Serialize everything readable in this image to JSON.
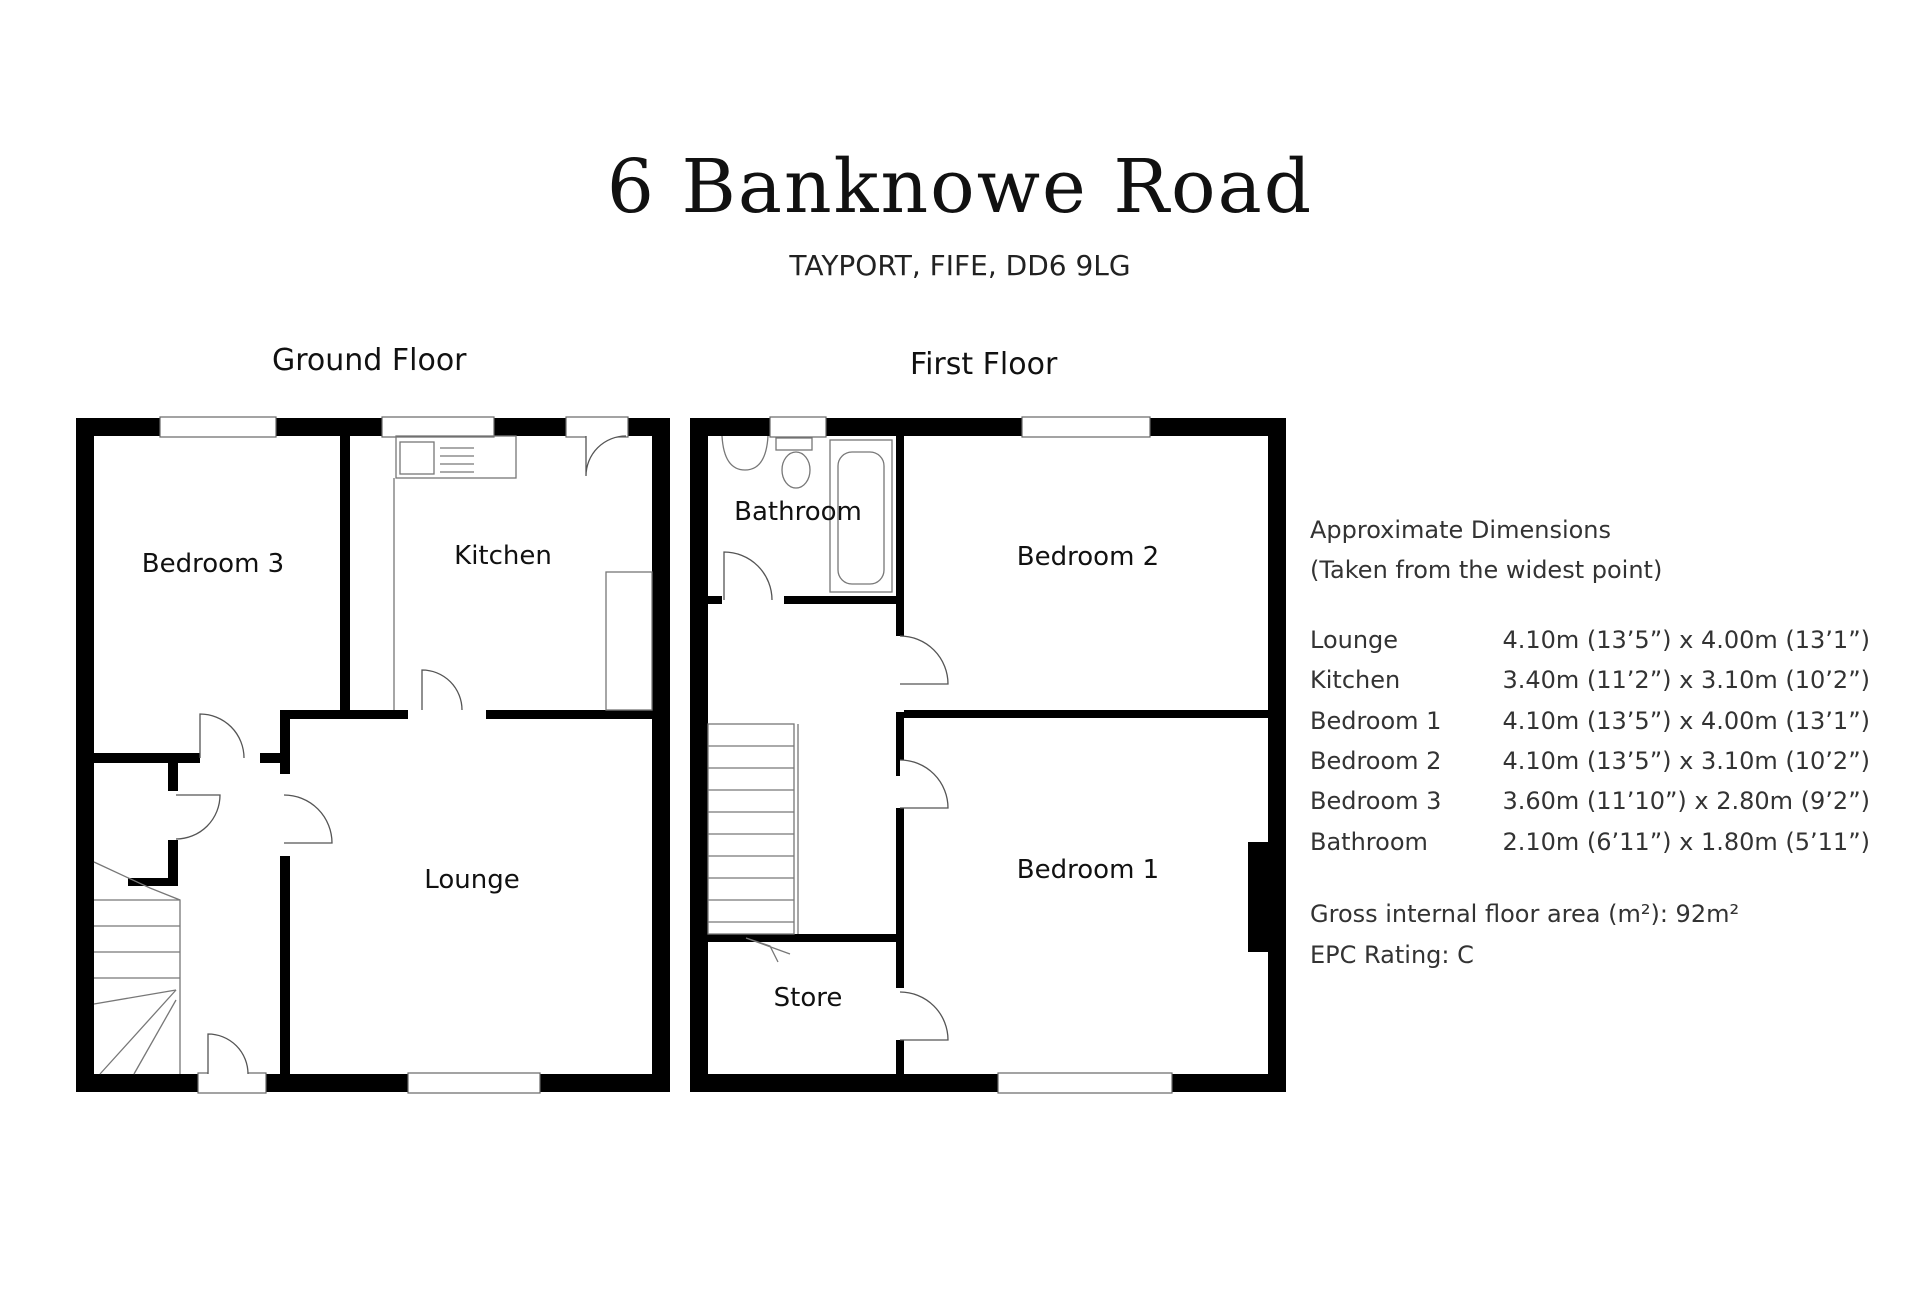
{
  "header": {
    "title": "6 Banknowe Road",
    "address": "TAYPORT, FIFE, DD6 9LG"
  },
  "floors": {
    "ground": {
      "label": "Ground Floor",
      "rooms": {
        "bedroom3": "Bedroom 3",
        "kitchen": "Kitchen",
        "lounge": "Lounge"
      }
    },
    "first": {
      "label": "First Floor",
      "rooms": {
        "bathroom": "Bathroom",
        "bedroom2": "Bedroom 2",
        "bedroom1": "Bedroom 1",
        "store": "Store"
      }
    }
  },
  "dimensions": {
    "heading": "Approximate Dimensions",
    "note": "(Taken from the widest point)",
    "rooms": [
      {
        "name": "Lounge",
        "size": "4.10m (13’5”) x 4.00m (13’1”)"
      },
      {
        "name": "Kitchen",
        "size": "3.40m (11’2”) x 3.10m (10’2”)"
      },
      {
        "name": "Bedroom 1",
        "size": "4.10m (13’5”) x 4.00m (13’1”)"
      },
      {
        "name": "Bedroom 2",
        "size": "4.10m (13’5”) x 3.10m (10’2”)"
      },
      {
        "name": "Bedroom 3",
        "size": "3.60m (11’10”) x 2.80m (9’2”)"
      },
      {
        "name": "Bathroom",
        "size": "2.10m (6’11”) x 1.80m (5’11”)"
      }
    ],
    "gross_area": "Gross internal floor area (m²): 92m²",
    "epc": "EPC Rating: C"
  }
}
